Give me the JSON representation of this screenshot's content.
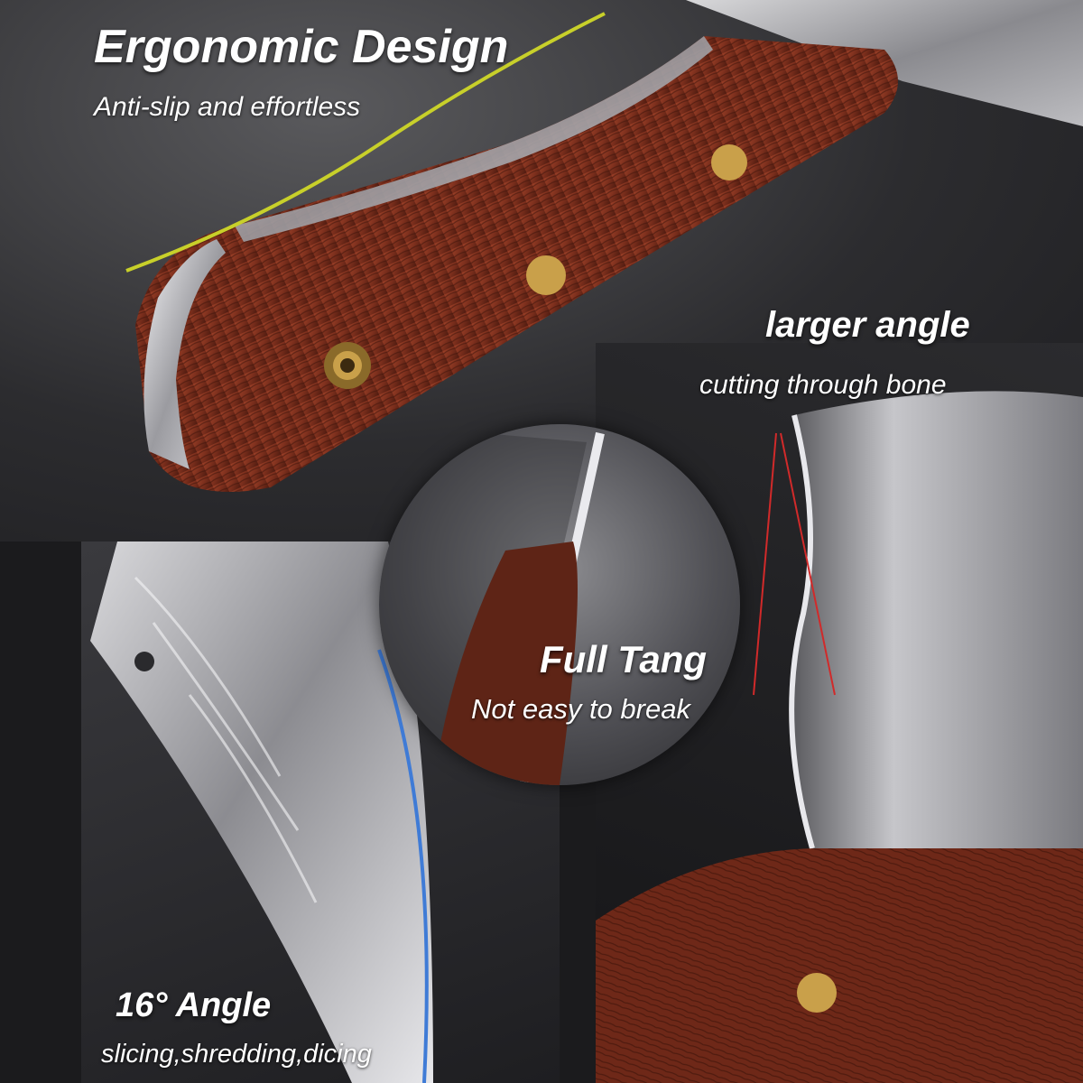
{
  "captions": {
    "ergonomic": {
      "title": "Ergonomic Design",
      "subtitle": "Anti-slip and effortless"
    },
    "larger_angle": {
      "title": "larger angle",
      "subtitle": "cutting through bone"
    },
    "full_tang": {
      "title": "Full Tang",
      "subtitle": "Not easy to break"
    },
    "angle_16": {
      "title": "16° Angle",
      "subtitle": "slicing,shredding,dicing"
    }
  },
  "colors": {
    "wood": "#7a2e1c",
    "brass": "#c9a04a",
    "steel": "#c9c9cc",
    "accent_yellow": "#c8d02a",
    "accent_blue": "#3f7bd6",
    "accent_red": "#d12a2a"
  }
}
